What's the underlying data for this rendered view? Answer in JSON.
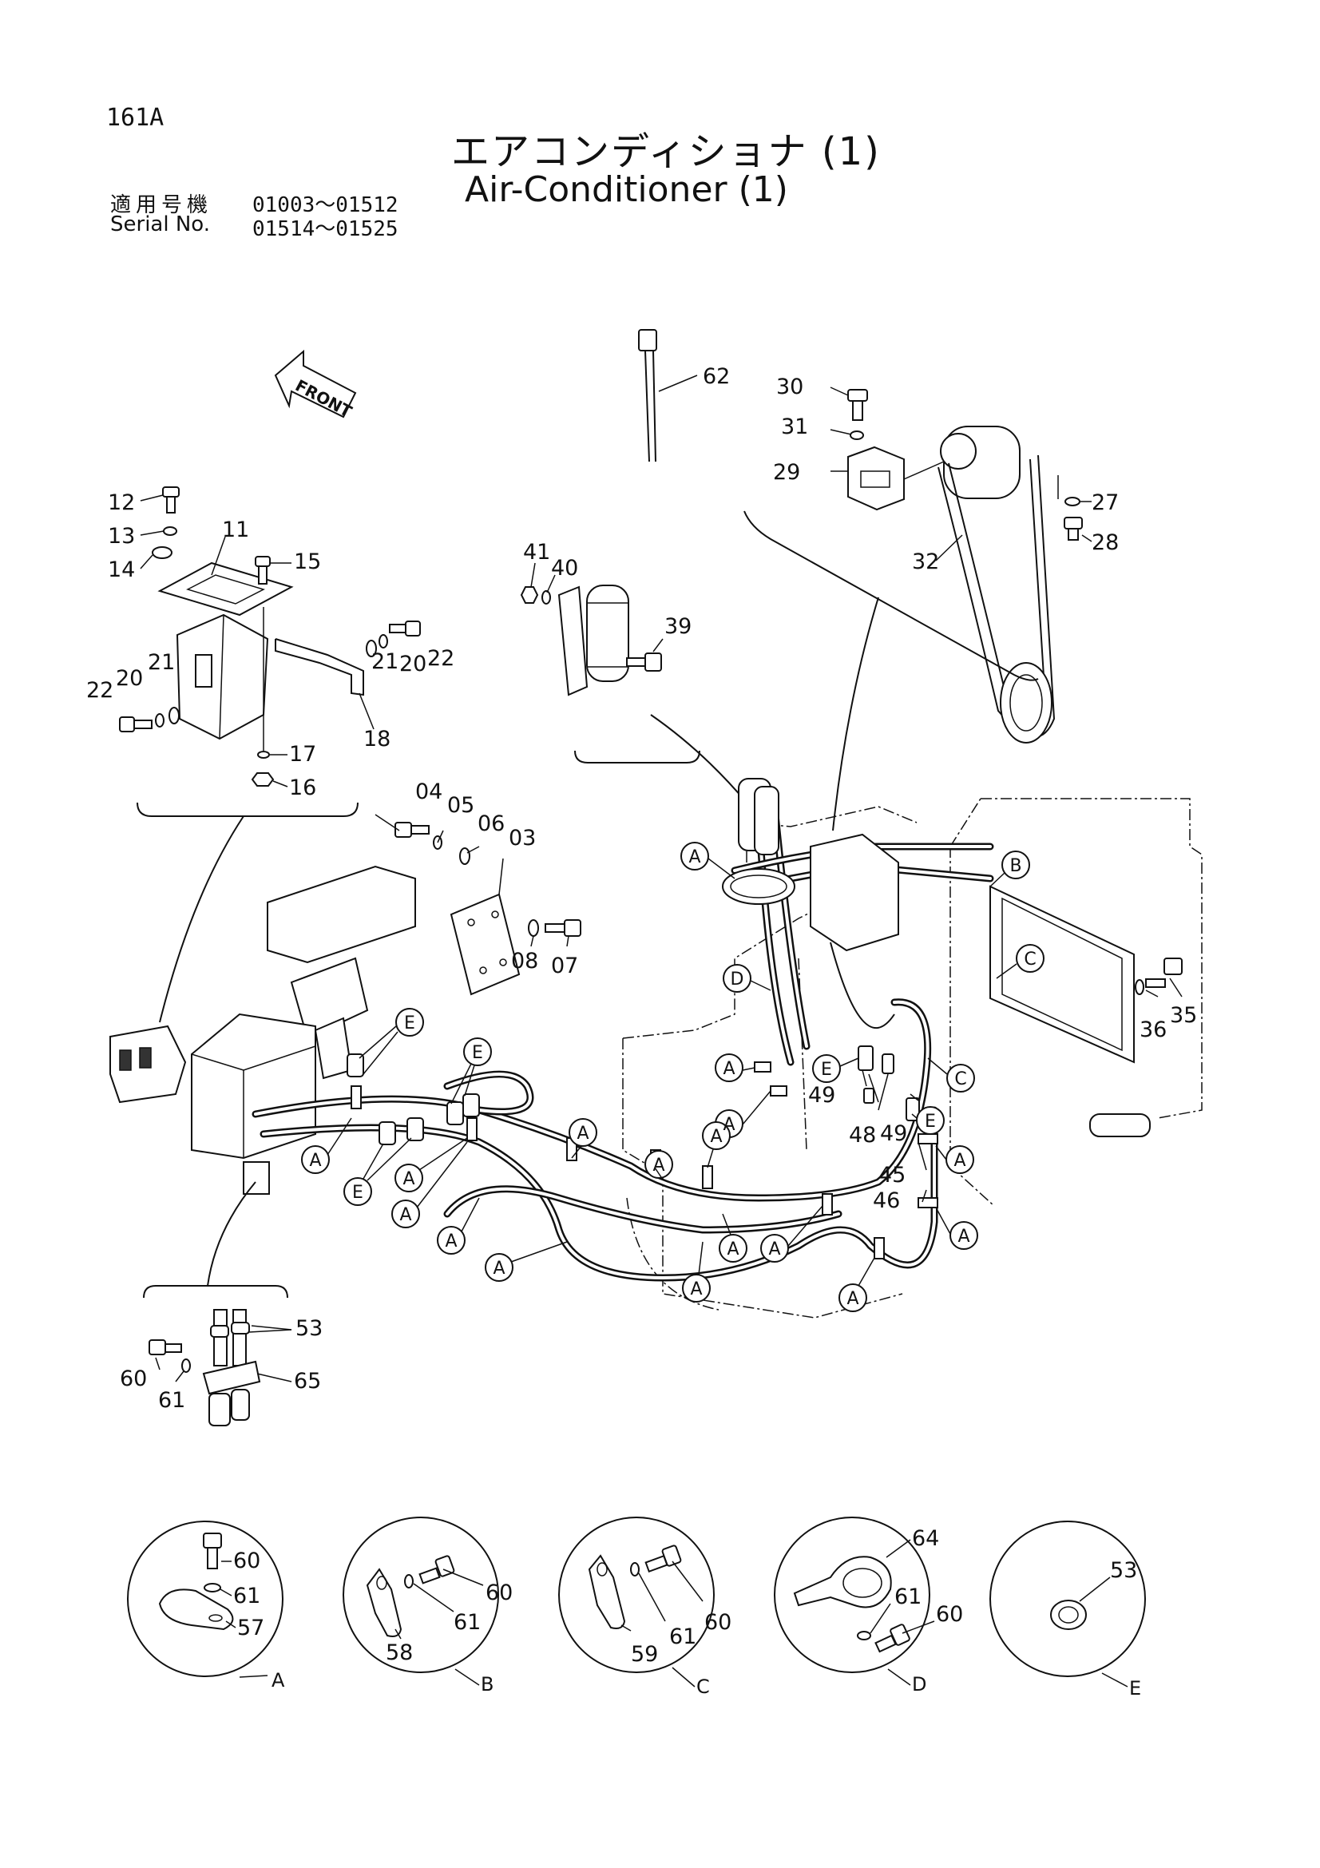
{
  "header": {
    "page_id": "161A",
    "title_ja": "エアコンディショナ (1)",
    "title_en": "Air-Conditioner (1)",
    "serial_label_ja": "適用号機",
    "serial_label_en": "Serial No.",
    "serial_range_1": "01003～01512",
    "serial_range_2": "01514～01525"
  },
  "front_arrow": "FRONT",
  "part_numbers": {
    "p03": "03",
    "p04": "04",
    "p05": "05",
    "p06": "06",
    "p07": "07",
    "p08": "08",
    "p11": "11",
    "p12": "12",
    "p13": "13",
    "p14": "14",
    "p15": "15",
    "p16": "16",
    "p17": "17",
    "p18": "18",
    "p20": "20",
    "p21": "21",
    "p22": "22",
    "p27": "27",
    "p28": "28",
    "p29": "29",
    "p30": "30",
    "p31": "31",
    "p32": "32",
    "p35": "35",
    "p36": "36",
    "p39": "39",
    "p40": "40",
    "p41": "41",
    "p45": "45",
    "p46": "46",
    "p48": "48",
    "p49": "49",
    "p53": "53",
    "p57": "57",
    "p58": "58",
    "p59": "59",
    "p60": "60",
    "p61": "61",
    "p62": "62",
    "p64": "64",
    "p65": "65"
  },
  "callouts": {
    "A": "A",
    "B": "B",
    "C": "C",
    "D": "D",
    "E": "E"
  },
  "detail_views": [
    {
      "id": "A",
      "parts": [
        "60",
        "61",
        "57"
      ]
    },
    {
      "id": "B",
      "parts": [
        "60",
        "61",
        "58"
      ]
    },
    {
      "id": "C",
      "parts": [
        "60",
        "61",
        "59"
      ]
    },
    {
      "id": "D",
      "parts": [
        "64",
        "61",
        "60"
      ]
    },
    {
      "id": "E",
      "parts": [
        "53"
      ]
    }
  ]
}
